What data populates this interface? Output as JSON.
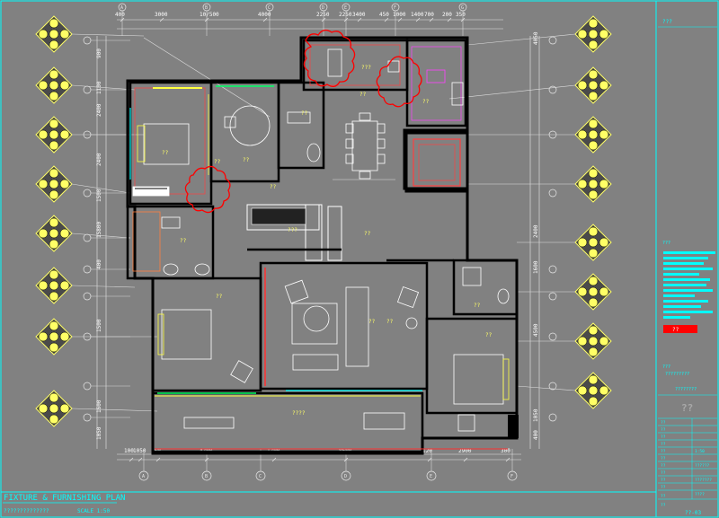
{
  "drawing": {
    "title": "FIXTURE & FURNISHING PLAN",
    "subtitle": "??????????????",
    "scale": "SCALE 1:50"
  },
  "top_dims": [
    "400",
    "3000",
    "10/500",
    "4000",
    "2250",
    "2250",
    "3400",
    "450",
    "1000",
    "1400",
    "700",
    "200",
    "350"
  ],
  "bottom_dims": [
    "1050",
    "100",
    "250",
    "4700",
    "1700",
    "8600",
    "120",
    "2900",
    "300"
  ],
  "left_dims": [
    "900",
    "1100",
    "2400",
    "2400",
    "1500",
    "400",
    "15800",
    "1500",
    "1600",
    "1050"
  ],
  "right_dims": [
    "4050",
    "2400",
    "4500",
    "1050",
    "400",
    "1600"
  ],
  "room_labels": [
    "??",
    "??",
    "???",
    "??",
    "??",
    "??",
    "??",
    "??",
    "??",
    "??",
    "???",
    "??",
    "??",
    "??",
    "????",
    "??",
    "??"
  ],
  "grid_bubbles_top": [
    "A",
    "B",
    "C",
    "D",
    "E",
    "F",
    "G"
  ],
  "grid_bubbles_bottom": [
    "A",
    "B",
    "C",
    "D",
    "E",
    "F"
  ],
  "title_block": {
    "company": "???",
    "logo_text": "??",
    "project_label": "?????????",
    "notes_header": "???",
    "designer_label": "???",
    "sheet_no": "??-03",
    "red_label": "??",
    "field_labels": [
      "??",
      "??",
      "??",
      "??",
      "??",
      "??",
      "??",
      "??",
      "??",
      "??",
      "??",
      "??"
    ],
    "field_values": [
      "????????",
      "1:50",
      "??????",
      "???????",
      "????"
    ]
  },
  "colors": {
    "background": "#818181",
    "wall": "#000000",
    "dimension": "#e8e8e8",
    "grid_bubble": "#ffff66",
    "accent_cyan": "#00ffff",
    "revision_cloud": "#ff0000",
    "furniture": "#ffffff"
  }
}
